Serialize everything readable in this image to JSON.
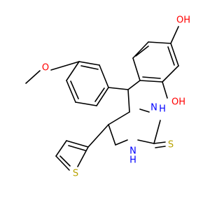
{
  "molecule": {
    "atom_labels": {
      "oh_top": "OH",
      "oh_bottom": "OH",
      "methoxy_o": "O",
      "nh_upper": "N",
      "h_upper": "H",
      "nh_lower": "N",
      "h_lower": "H",
      "thione_s": "S",
      "thiophene_s": "S"
    },
    "colors": {
      "bond": "#000000",
      "oxygen": "#ff0000",
      "nitrogen": "#0000ff",
      "sulfur": "#b8a200"
    }
  }
}
